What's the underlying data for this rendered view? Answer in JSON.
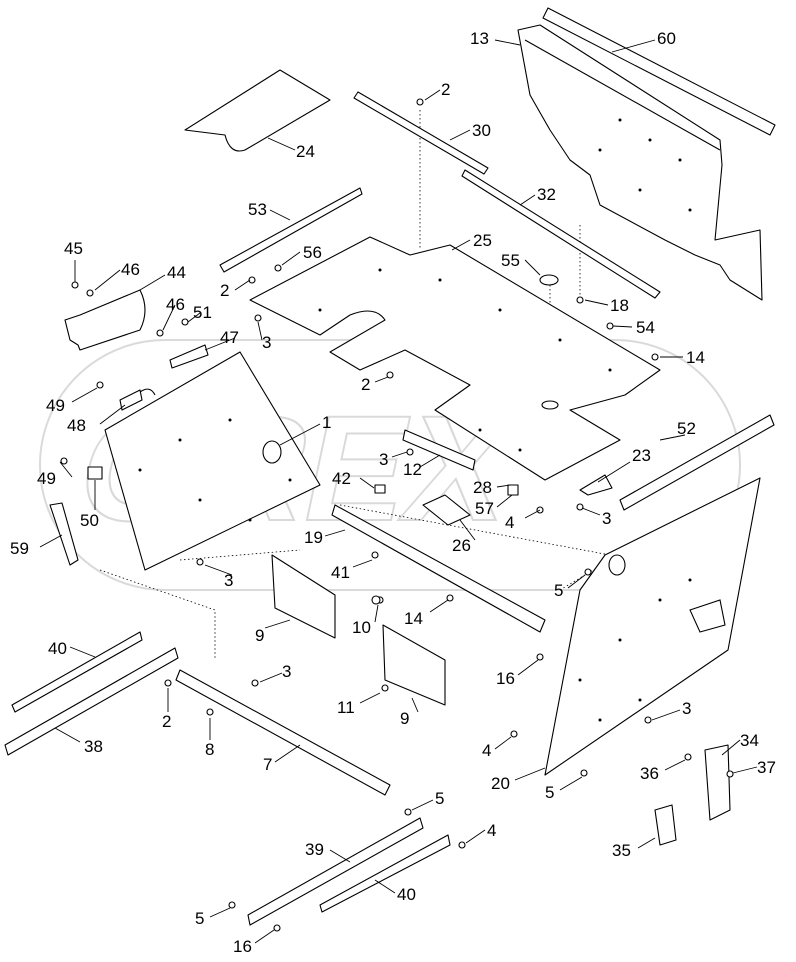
{
  "watermark": {
    "text": "OREX"
  },
  "callouts": [
    {
      "id": "c-13",
      "label": "13"
    },
    {
      "id": "c-60",
      "label": "60"
    },
    {
      "id": "c-2a",
      "label": "2"
    },
    {
      "id": "c-30",
      "label": "30"
    },
    {
      "id": "c-24",
      "label": "24"
    },
    {
      "id": "c-32",
      "label": "32"
    },
    {
      "id": "c-53",
      "label": "53"
    },
    {
      "id": "c-25",
      "label": "25"
    },
    {
      "id": "c-45",
      "label": "45"
    },
    {
      "id": "c-46a",
      "label": "46"
    },
    {
      "id": "c-44",
      "label": "44"
    },
    {
      "id": "c-56",
      "label": "56"
    },
    {
      "id": "c-55",
      "label": "55"
    },
    {
      "id": "c-2b",
      "label": "2"
    },
    {
      "id": "c-18",
      "label": "18"
    },
    {
      "id": "c-46b",
      "label": "46"
    },
    {
      "id": "c-51",
      "label": "51"
    },
    {
      "id": "c-54",
      "label": "54"
    },
    {
      "id": "c-3a",
      "label": "3"
    },
    {
      "id": "c-47",
      "label": "47"
    },
    {
      "id": "c-14a",
      "label": "14"
    },
    {
      "id": "c-2c",
      "label": "2"
    },
    {
      "id": "c-49a",
      "label": "49"
    },
    {
      "id": "c-48",
      "label": "48"
    },
    {
      "id": "c-1",
      "label": "1"
    },
    {
      "id": "c-52",
      "label": "52"
    },
    {
      "id": "c-23",
      "label": "23"
    },
    {
      "id": "c-3b",
      "label": "3"
    },
    {
      "id": "c-12",
      "label": "12"
    },
    {
      "id": "c-49b",
      "label": "49"
    },
    {
      "id": "c-42",
      "label": "42"
    },
    {
      "id": "c-28",
      "label": "28"
    },
    {
      "id": "c-50",
      "label": "50"
    },
    {
      "id": "c-57",
      "label": "57"
    },
    {
      "id": "c-3c",
      "label": "3"
    },
    {
      "id": "c-4a",
      "label": "4"
    },
    {
      "id": "c-26",
      "label": "26"
    },
    {
      "id": "c-19",
      "label": "19"
    },
    {
      "id": "c-59",
      "label": "59"
    },
    {
      "id": "c-41",
      "label": "41"
    },
    {
      "id": "c-3d",
      "label": "3"
    },
    {
      "id": "c-5a",
      "label": "5"
    },
    {
      "id": "c-14b",
      "label": "14"
    },
    {
      "id": "c-10",
      "label": "10"
    },
    {
      "id": "c-9a",
      "label": "9"
    },
    {
      "id": "c-40a",
      "label": "40"
    },
    {
      "id": "c-16a",
      "label": "16"
    },
    {
      "id": "c-3e",
      "label": "3"
    },
    {
      "id": "c-2d",
      "label": "2"
    },
    {
      "id": "c-11",
      "label": "11"
    },
    {
      "id": "c-9b",
      "label": "9"
    },
    {
      "id": "c-38",
      "label": "38"
    },
    {
      "id": "c-3f",
      "label": "3"
    },
    {
      "id": "c-8",
      "label": "8"
    },
    {
      "id": "c-4b",
      "label": "4"
    },
    {
      "id": "c-34",
      "label": "34"
    },
    {
      "id": "c-7",
      "label": "7"
    },
    {
      "id": "c-36",
      "label": "36"
    },
    {
      "id": "c-37",
      "label": "37"
    },
    {
      "id": "c-20",
      "label": "20"
    },
    {
      "id": "c-5b",
      "label": "5"
    },
    {
      "id": "c-5c",
      "label": "5"
    },
    {
      "id": "c-4c",
      "label": "4"
    },
    {
      "id": "c-39",
      "label": "39"
    },
    {
      "id": "c-35",
      "label": "35"
    },
    {
      "id": "c-40b",
      "label": "40"
    },
    {
      "id": "c-5d",
      "label": "5"
    },
    {
      "id": "c-16b",
      "label": "16"
    }
  ]
}
